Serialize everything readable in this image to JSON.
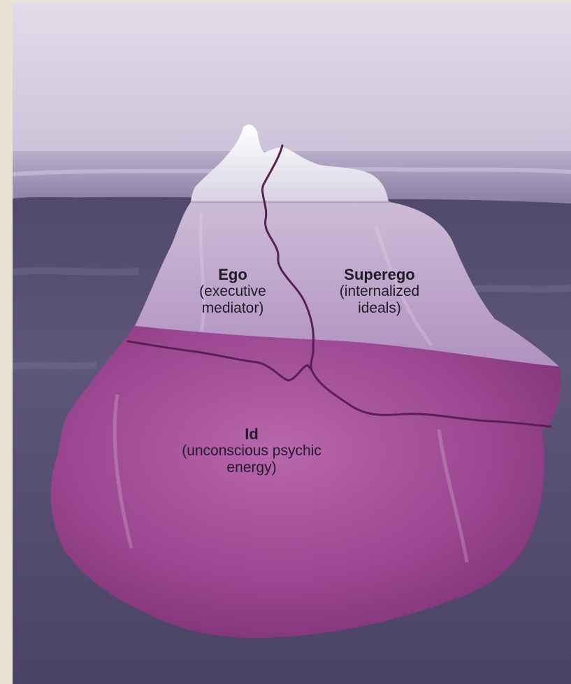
{
  "diagram": {
    "parts": [
      {
        "key": "ego",
        "name": "Ego",
        "description_lines": [
          "(executive",
          "mediator)"
        ]
      },
      {
        "key": "superego",
        "name": "Superego",
        "description_lines": [
          "(internalized",
          "ideals)"
        ]
      },
      {
        "key": "id",
        "name": "Id",
        "description_lines": [
          "(unconscious psychic",
          "energy)"
        ]
      }
    ]
  },
  "colors": {
    "page_border": "#e8e2d6",
    "sky": "#d9d2e4",
    "water": "#5b5475",
    "iceberg_tip": "#eeeaf3",
    "upper_iceberg": "#c2a9cf",
    "lower_iceberg": "#9a4a93",
    "crack": "#5a1f55",
    "label_text": "#1f1c26"
  }
}
